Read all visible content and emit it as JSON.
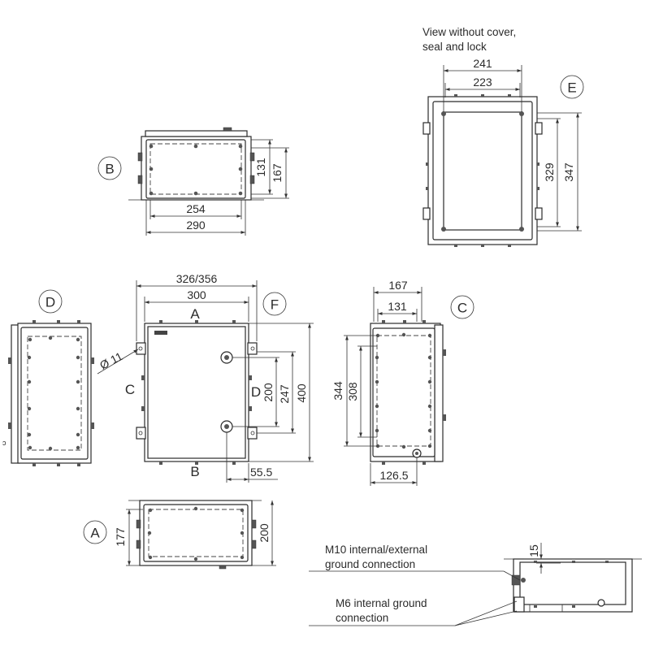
{
  "views": {
    "b_view": {
      "label": "B",
      "width_outer": "290",
      "width_inner": "254",
      "height_inner": "131",
      "height_outer": "167"
    },
    "e_view": {
      "label": "E",
      "note_line1": "View without cover,",
      "note_line2": "seal and lock",
      "width_outer": "241",
      "width_inner": "223",
      "height_inner": "329",
      "height_outer": "347"
    },
    "d_view": {
      "label": "D",
      "side_mark": "ↄ"
    },
    "front_view": {
      "label_f": "F",
      "width_with_flange": "326/356",
      "width_body": "300",
      "side_top": "A",
      "side_left": "C",
      "side_right": "D",
      "side_bottom": "B",
      "hole_dia": "Ø 11",
      "height_total": "400",
      "height_holes": "247",
      "height_inner": "200",
      "hole_offset": "55.5"
    },
    "c_view": {
      "label": "C",
      "width_outer": "167",
      "width_inner": "131",
      "height_outer": "344",
      "height_inner": "308",
      "offset": "126.5"
    },
    "a_view": {
      "label": "A",
      "height_inner": "177",
      "height_outer": "200"
    },
    "detail": {
      "dim": "15",
      "callout1_line1": "M10 internal/external",
      "callout1_line2": "ground connection",
      "callout2_line1": "M6 internal ground",
      "callout2_line2": "connection"
    }
  }
}
